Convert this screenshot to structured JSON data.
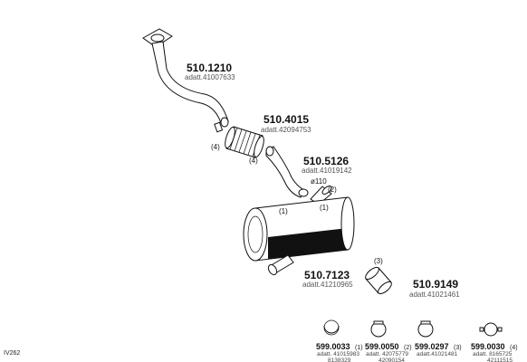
{
  "diagram_code": "IV262",
  "parts": [
    {
      "number": "510.1210",
      "adapter": "adatt.41007633"
    },
    {
      "number": "510.4015",
      "adapter": "adatt.42094753"
    },
    {
      "number": "510.5126",
      "adapter": "adatt.41019142"
    },
    {
      "number": "510.7123",
      "adapter": "adatt.41210965"
    },
    {
      "number": "510.9149",
      "adapter": "adatt.41021461"
    }
  ],
  "callouts": {
    "pipe_clamp_left": "(4)",
    "filter_clamp": "(4)",
    "diameter": "ø110",
    "outlet_2": "(2)",
    "muffler_1a": "(1)",
    "muffler_1b": "(1)",
    "sleeve_3": "(3)"
  },
  "clamps": [
    {
      "number": "599.0033",
      "qty": "(1)",
      "adapter": "adatt. 41015983",
      "alt": "8138329"
    },
    {
      "number": "599.0050",
      "qty": "(2)",
      "adapter": "adatt. 42075779",
      "alt": "42090154"
    },
    {
      "number": "599.0297",
      "qty": "(3)",
      "adapter": "adatt.41021481",
      "alt": ""
    },
    {
      "number": "599.0030",
      "qty": "(4)",
      "adapter": "adatt. 8165725",
      "alt": "42111515"
    }
  ]
}
